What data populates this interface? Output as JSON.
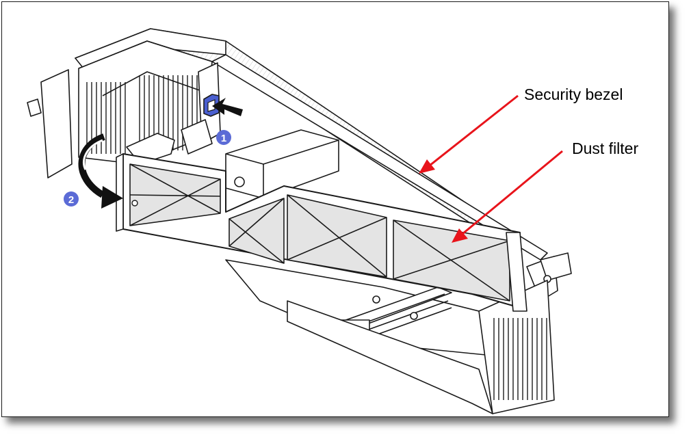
{
  "labels": {
    "security_bezel": "Security bezel",
    "dust_filter": "Dust filter"
  },
  "steps": [
    "1",
    "2"
  ],
  "colors": {
    "arrow": "#e8141b",
    "step_badge": "#5b6bd6",
    "filter_fill": "#e4e4e4",
    "outline": "#1a1a1a",
    "latch": "#4a5fd0"
  }
}
